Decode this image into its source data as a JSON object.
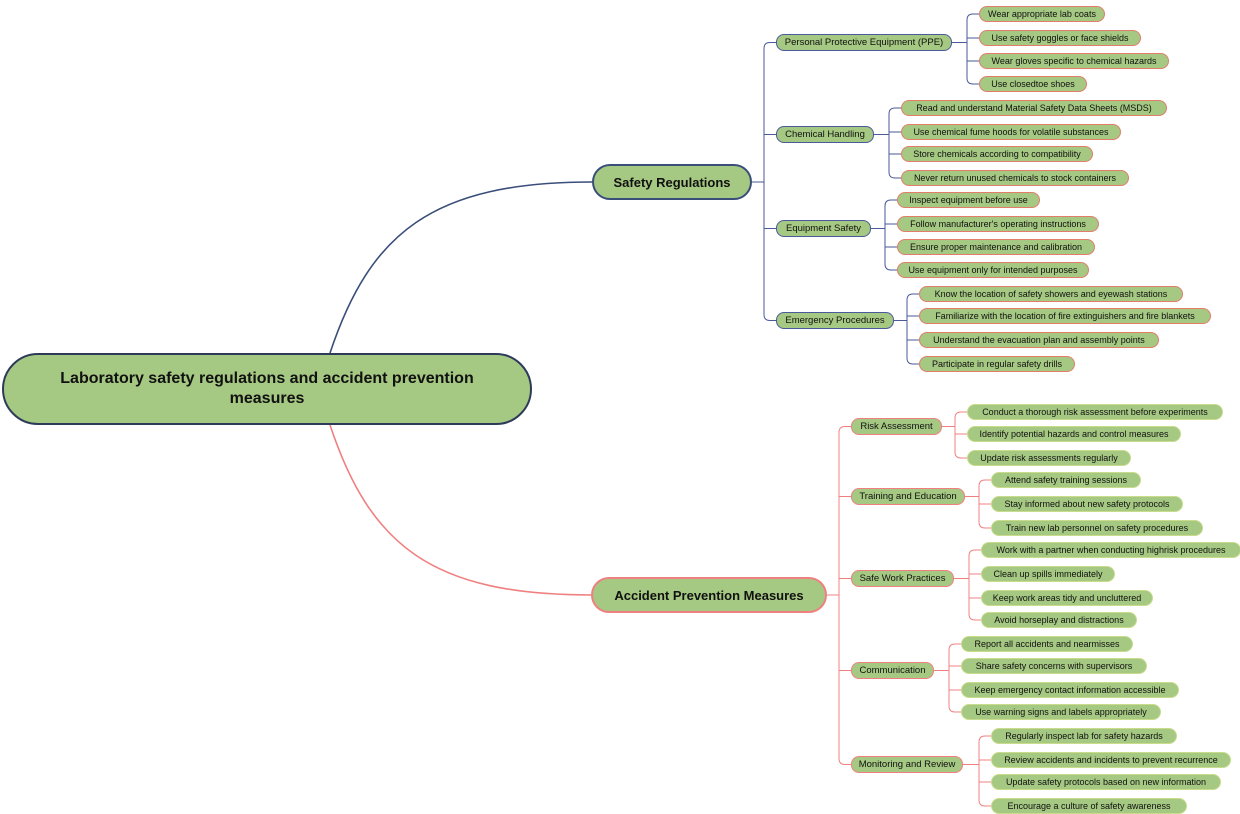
{
  "root": {
    "label": "Laboratory safety regulations and accident prevention measures"
  },
  "colors": {
    "node_fill": "#a5c882",
    "blue_branch": "#3a4e7a",
    "red_branch": "#f08080"
  },
  "branches": [
    {
      "label": "Safety Regulations",
      "children": [
        {
          "label": "Personal Protective Equipment (PPE)",
          "leaves": [
            "Wear appropriate lab coats",
            "Use safety goggles or face shields",
            "Wear gloves specific to chemical hazards",
            "Use closedtoe shoes"
          ]
        },
        {
          "label": "Chemical Handling",
          "leaves": [
            "Read and understand Material Safety Data Sheets (MSDS)",
            "Use chemical fume hoods for volatile substances",
            "Store chemicals according to compatibility",
            "Never return unused chemicals to stock containers"
          ]
        },
        {
          "label": "Equipment Safety",
          "leaves": [
            "Inspect equipment before use",
            "Follow manufacturer's operating instructions",
            "Ensure proper maintenance and calibration",
            "Use equipment only for intended purposes"
          ]
        },
        {
          "label": "Emergency Procedures",
          "leaves": [
            "Know the location of safety showers and eyewash stations",
            "Familiarize with the location of fire extinguishers and fire blankets",
            "Understand the evacuation plan and assembly points",
            "Participate in regular safety drills"
          ]
        }
      ]
    },
    {
      "label": "Accident Prevention Measures",
      "children": [
        {
          "label": "Risk Assessment",
          "leaves": [
            "Conduct a thorough risk assessment before experiments",
            "Identify potential hazards and control measures",
            "Update risk assessments regularly"
          ]
        },
        {
          "label": "Training and Education",
          "leaves": [
            "Attend safety training sessions",
            "Stay informed about new safety protocols",
            "Train new lab personnel on safety procedures"
          ]
        },
        {
          "label": "Safe Work Practices",
          "leaves": [
            "Work with a partner when conducting highrisk procedures",
            "Clean up spills immediately",
            "Keep work areas tidy and uncluttered",
            "Avoid horseplay and distractions"
          ]
        },
        {
          "label": "Communication",
          "leaves": [
            "Report all accidents and nearmisses",
            "Share safety concerns with supervisors",
            "Keep emergency contact information accessible",
            "Use warning signs and labels appropriately"
          ]
        },
        {
          "label": "Monitoring and Review",
          "leaves": [
            "Regularly inspect lab for safety hazards",
            "Review accidents and incidents to prevent recurrence",
            "Update safety protocols based on new information",
            "Encourage a culture of safety awareness"
          ]
        }
      ]
    }
  ]
}
